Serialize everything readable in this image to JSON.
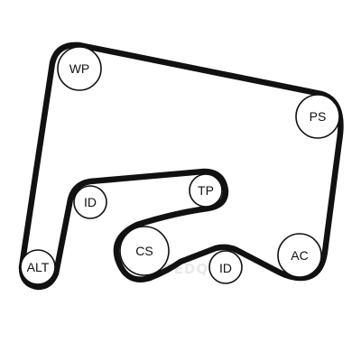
{
  "diagram": {
    "pulleys": [
      {
        "id": "wp",
        "label": "WP"
      },
      {
        "id": "ps",
        "label": "PS"
      },
      {
        "id": "ac",
        "label": "AC"
      },
      {
        "id": "id-lower",
        "label": "ID"
      },
      {
        "id": "cs",
        "label": "CS"
      },
      {
        "id": "tp",
        "label": "TP"
      },
      {
        "id": "id-upper",
        "label": "ID"
      },
      {
        "id": "alt",
        "label": "ALT"
      }
    ],
    "watermark": "OEDQ",
    "colors": {
      "belt": "#111111",
      "pulley_stroke": "#111111",
      "pulley_fill": "#ffffff",
      "watermark": "#e9e9e9"
    }
  }
}
